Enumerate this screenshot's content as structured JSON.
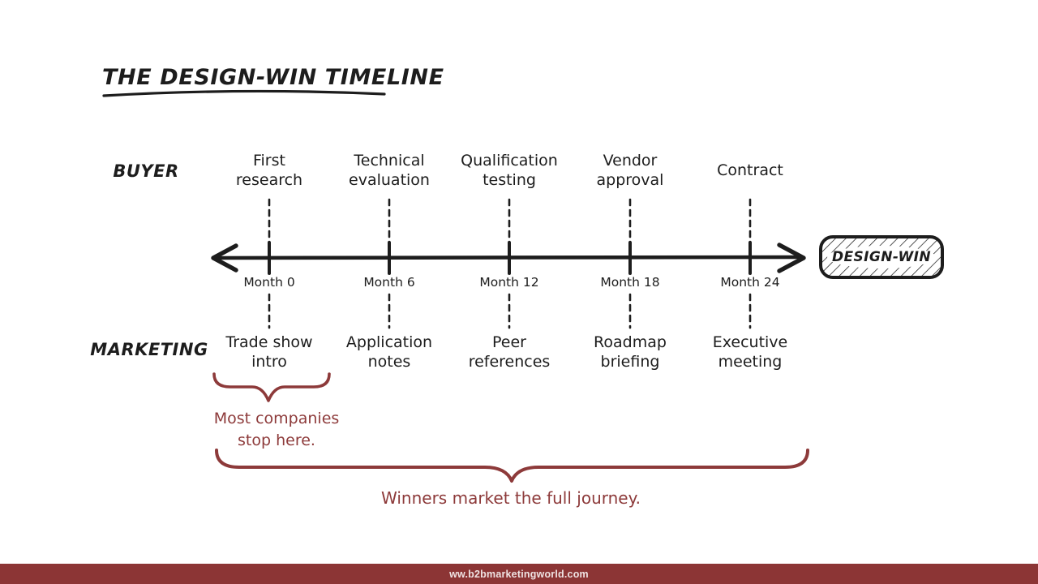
{
  "slide": {
    "title": "THE DESIGN-WIN TIMELINE"
  },
  "rows": {
    "buyer": "BUYER",
    "marketing": "MARKETING"
  },
  "timeline": {
    "months": [
      "Month 0",
      "Month 6",
      "Month 12",
      "Month 18",
      "Month 24"
    ],
    "buyer_events": [
      "First\nresearch",
      "Technical\nevaluation",
      "Qualification\ntesting",
      "Vendor\napproval",
      "Contract"
    ],
    "marketing_events": [
      "Trade show\nintro",
      "Application\nnotes",
      "Peer\nreferences",
      "Roadmap\nbriefing",
      "Executive\nmeeting"
    ],
    "badge": "DESIGN-WIN"
  },
  "annotations": {
    "most_companies": "Most companies\nstop here.",
    "winners": "Winners market the full journey."
  },
  "footer": {
    "url": "ww.b2bmarketingworld.com"
  },
  "colors": {
    "ink": "#1d1d1d",
    "accent": "#8d3a3a",
    "footer_bg": "#8c3535"
  }
}
